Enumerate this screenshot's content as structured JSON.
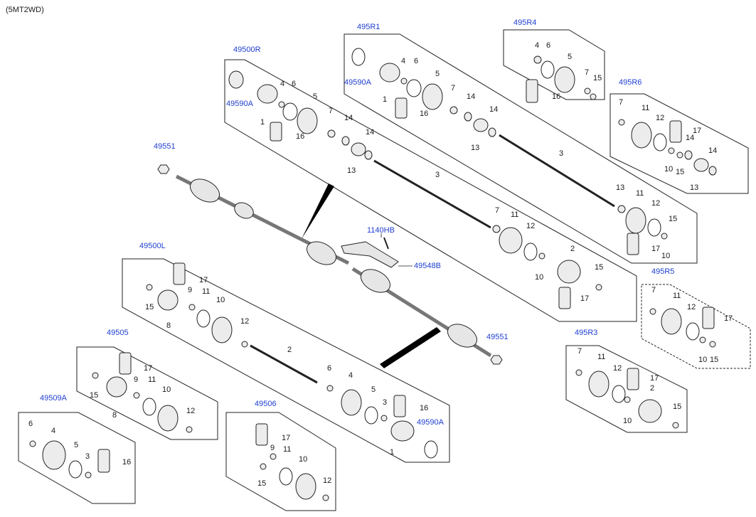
{
  "header": {
    "variant": "(5MT2WD)"
  },
  "refs": {
    "r49500R": "49500R",
    "r495R1": "495R1",
    "r495R4": "495R4",
    "r495R6": "495R6",
    "r495R5": "495R5",
    "r495R3": "495R3",
    "r49500L": "49500L",
    "r49505": "49505",
    "r49509A": "49509A",
    "r49506": "49506",
    "r49551a": "49551",
    "r49551b": "49551",
    "r1140HB": "1140HB",
    "r49548B": "49548B",
    "r49590A_a": "49590A",
    "r49590A_b": "49590A",
    "r49590A_c": "49590A"
  },
  "nums": {
    "n1": "1",
    "n2": "2",
    "n3": "3",
    "n4": "4",
    "n5": "5",
    "n6": "6",
    "n7": "7",
    "n8": "8",
    "n9": "9",
    "n10": "10",
    "n11": "11",
    "n12": "12",
    "n13": "13",
    "n14": "14",
    "n15": "15",
    "n16": "16",
    "n17": "17"
  },
  "colors": {
    "ref_link": "#1f3fd0",
    "line": "#222222",
    "part_fill": "#e6e6e6"
  }
}
